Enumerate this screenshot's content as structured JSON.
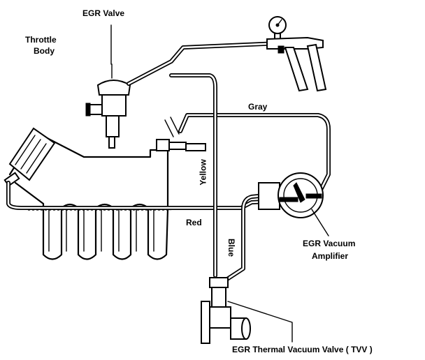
{
  "labels": {
    "egr_valve": "EGR Valve",
    "throttle_body_line1": "Throttle",
    "throttle_body_line2": "Body",
    "gray_hose": "Gray",
    "yellow_hose": "Yellow",
    "red_hose": "Red",
    "blue_hose": "Blue",
    "amplifier_line1": "EGR Vacuum",
    "amplifier_line2": "Amplifier",
    "tvv": "EGR Thermal Vacuum Valve ( TVV )"
  },
  "icons": {
    "vacuum_pump": "hand-vacuum-pump-icon",
    "gauge": "vacuum-gauge-icon"
  },
  "colors": {
    "line": "#000000",
    "background": "#ffffff"
  }
}
